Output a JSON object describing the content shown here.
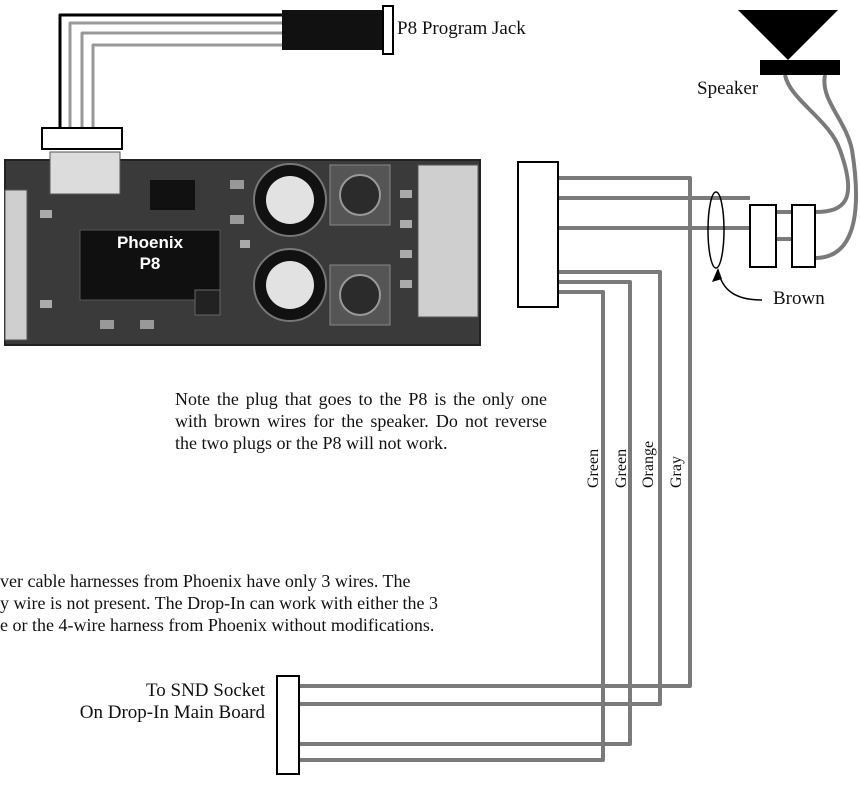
{
  "labels": {
    "program_jack": "P8 Program Jack",
    "speaker": "Speaker",
    "brown": "Brown",
    "board_line1": "Phoenix",
    "board_line2": "P8",
    "snd_line1": "To SND Socket",
    "snd_line2": "On Drop-In Main Board"
  },
  "wire_labels": [
    "Green",
    "Green",
    "Orange",
    "Gray"
  ],
  "notes": {
    "plug_note": "Note the plug that goes to the P8 is the only one with brown wires for the speaker. Do not reverse the two plugs or the P8 will not work.",
    "harness_line1": "ver cable harnesses from Phoenix have only 3 wires. The",
    "harness_line2": "y wire is not present. The Drop-In can work with either the 3",
    "harness_line3": "e or the 4-wire harness from Phoenix without modifications."
  },
  "colors": {
    "wire_gray": "#7a7a7a",
    "board_dark": "#3a3a3a",
    "line": "#000000"
  }
}
